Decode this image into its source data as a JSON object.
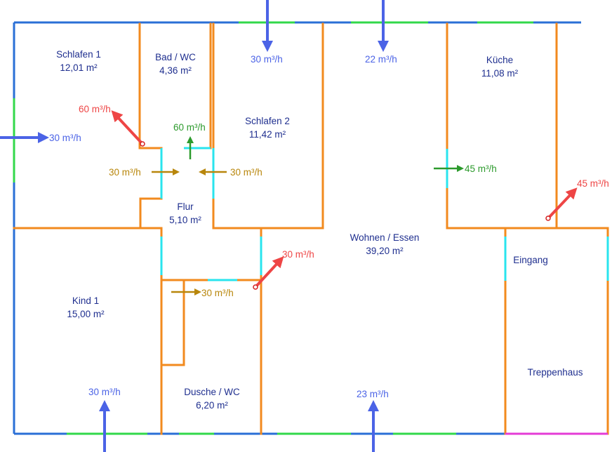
{
  "rooms": {
    "schlafen1": {
      "name": "Schlafen 1",
      "area": "12,01 m²"
    },
    "bad": {
      "name": "Bad / WC",
      "area": "4,36 m²"
    },
    "schlafen2": {
      "name": "Schlafen 2",
      "area": "11,42 m²"
    },
    "kueche": {
      "name": "Küche",
      "area": "11,08 m²"
    },
    "flur": {
      "name": "Flur",
      "area": "5,10 m²"
    },
    "wohnen": {
      "name": "Wohnen / Essen",
      "area": "39,20 m²"
    },
    "eingang": {
      "name": "Eingang"
    },
    "kind1": {
      "name": "Kind 1",
      "area": "15,00 m²"
    },
    "dusche": {
      "name": "Dusche / WC",
      "area": "6,20 m²"
    },
    "treppenhaus": {
      "name": "Treppenhaus"
    }
  },
  "flows": {
    "supply_schlafen2": "30 m³/h",
    "supply_wohnen_top": "22 m³/h",
    "supply_schlafen1": "30 m³/h",
    "supply_kind1": "30 m³/h",
    "supply_wohnen_bottom": "23 m³/h",
    "exhaust_bad": "60 m³/h",
    "exhaust_kueche": "45 m³/h",
    "exhaust_dusche": "30 m³/h",
    "overflow_bad_in": "60 m³/h",
    "overflow_schlafen1_flur": "30 m³/h",
    "overflow_schlafen2_flur": "30 m³/h",
    "overflow_wohnen_kueche": "45 m³/h",
    "overflow_flur_dusche": "30 m³/h"
  },
  "colors": {
    "wall": "#f28a1e",
    "exterior": "#2a6fd6",
    "window": "#32d84a",
    "door": "#29e4ee",
    "supply": "#4b63e6",
    "exhaust": "#ee4545",
    "overflow_green": "#2c9a2c",
    "overflow_brown": "#b8860b",
    "room_text": "#1f2f8f"
  }
}
